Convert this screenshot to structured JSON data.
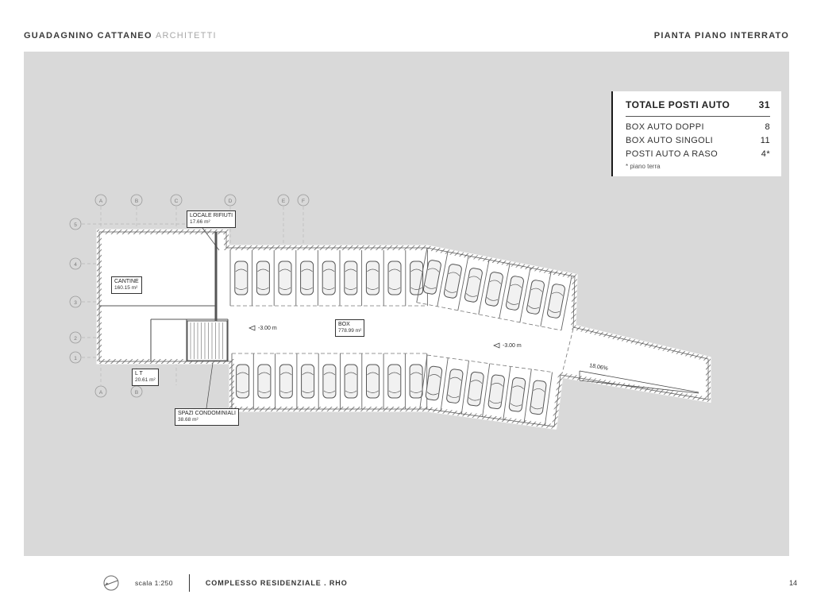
{
  "header": {
    "studio_primary": "GUADAGNINO CATTANEO",
    "studio_secondary": "ARCHITETTI",
    "drawing_title": "PIANTA PIANO INTERRATO"
  },
  "legend": {
    "title": {
      "label": "TOTALE POSTI AUTO",
      "value": "31"
    },
    "rows": [
      {
        "label": "BOX AUTO DOPPI",
        "value": "8"
      },
      {
        "label": "BOX AUTO SINGOLI",
        "value": "11"
      },
      {
        "label": "POSTI AUTO A RASO",
        "value": "4*"
      }
    ],
    "footnote": "* piano terra"
  },
  "plan": {
    "rooms": [
      {
        "name": "LOCALE RIFIUTI",
        "area": "17.66 m²"
      },
      {
        "name": "CANTINE",
        "area": "160.15 m²"
      },
      {
        "name": "BOX",
        "area": "778.99 m²"
      },
      {
        "name": "L T",
        "area": "20.61 m²"
      },
      {
        "name": "SPAZI CONDOMINIALI",
        "area": "38.68 m²"
      }
    ],
    "annotations": {
      "level_left": "-3.00 m",
      "level_right": "-3.00 m",
      "ramp_slope": "18.06%"
    },
    "grid": {
      "top": [
        "A",
        "B",
        "C",
        "D",
        "E",
        "F"
      ],
      "left": [
        "5",
        "4",
        "3",
        "2",
        "1"
      ],
      "bottom": [
        "A",
        "B"
      ]
    }
  },
  "footer": {
    "scale": "scala 1:250",
    "project": "COMPLESSO RESIDENZIALE . RHO",
    "page": "14"
  },
  "colors": {
    "canvas": "#d9d9d9",
    "ink": "#333333",
    "muted": "#a8a8a8"
  }
}
